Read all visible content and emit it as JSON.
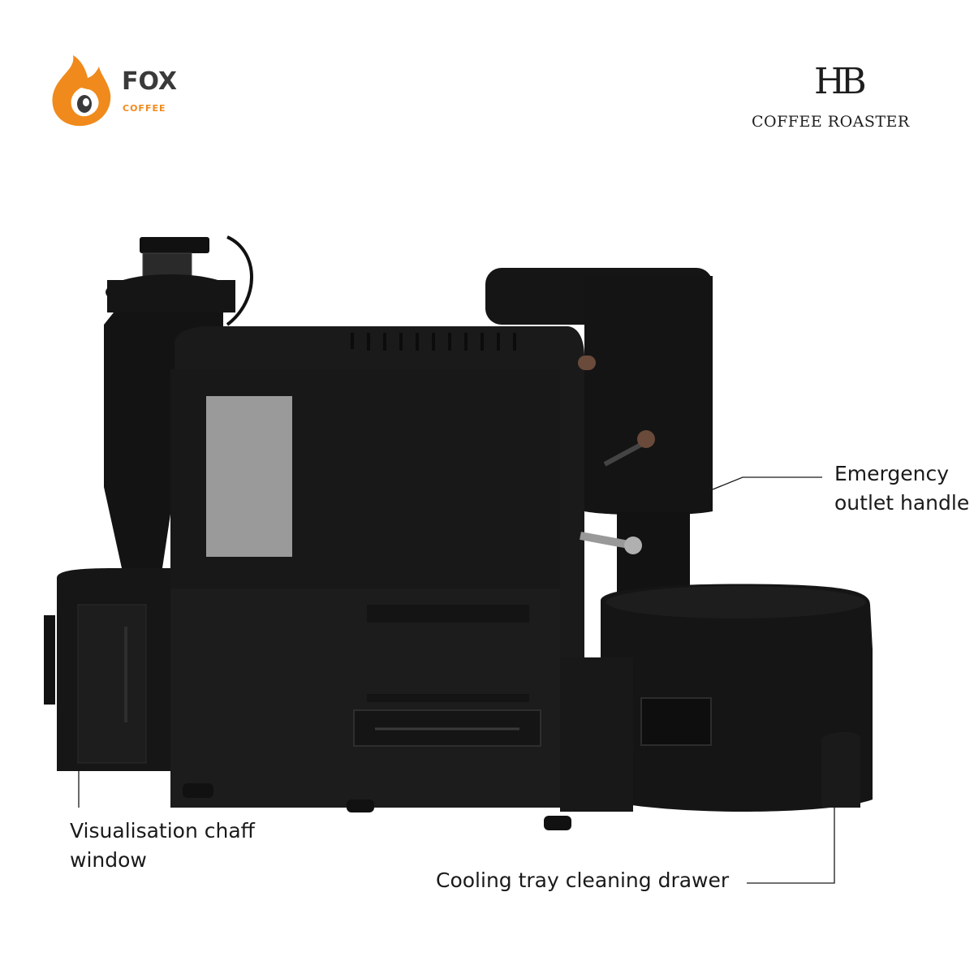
{
  "logos": {
    "left_brand": {
      "name": "FOX",
      "tagline": "COFFEE",
      "primary_color": "#f08a1c",
      "text_color": "#3a3a3a"
    },
    "right_brand": {
      "monogram": "HB",
      "name": "COFFEE ROASTER",
      "color": "#1e1e1e"
    }
  },
  "callouts": {
    "emergency": {
      "line1": "Emergency",
      "line2": "outlet handle"
    },
    "chaff": {
      "line1": "Visualisation chaff",
      "line2": "window"
    },
    "cooling": {
      "text": "Cooling tray cleaning drawer"
    }
  },
  "colors": {
    "machine": "#151515",
    "machine_panel": "#1c1c1c",
    "window": "#9a9a9a",
    "handle_wood": "#6a4a3a"
  }
}
